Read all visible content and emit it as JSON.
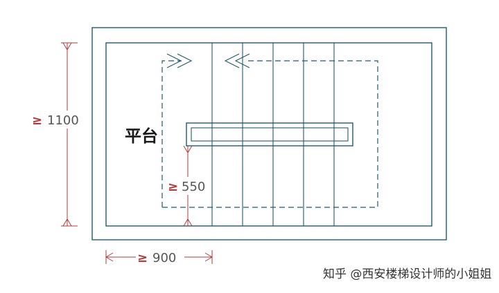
{
  "diagram": {
    "platform_label": "平台",
    "dim_height": {
      "symbol": "≥",
      "value": "1100"
    },
    "dim_width": {
      "symbol": "≥",
      "value": "900"
    },
    "dim_clearance": {
      "symbol": "≥",
      "value": "550"
    },
    "watermark": "知乎 @西安楼梯设计师的小姐姐"
  },
  "colors": {
    "line": "#1f5b6b",
    "dimension": "#b33a3a",
    "dim_text": "#555555"
  }
}
